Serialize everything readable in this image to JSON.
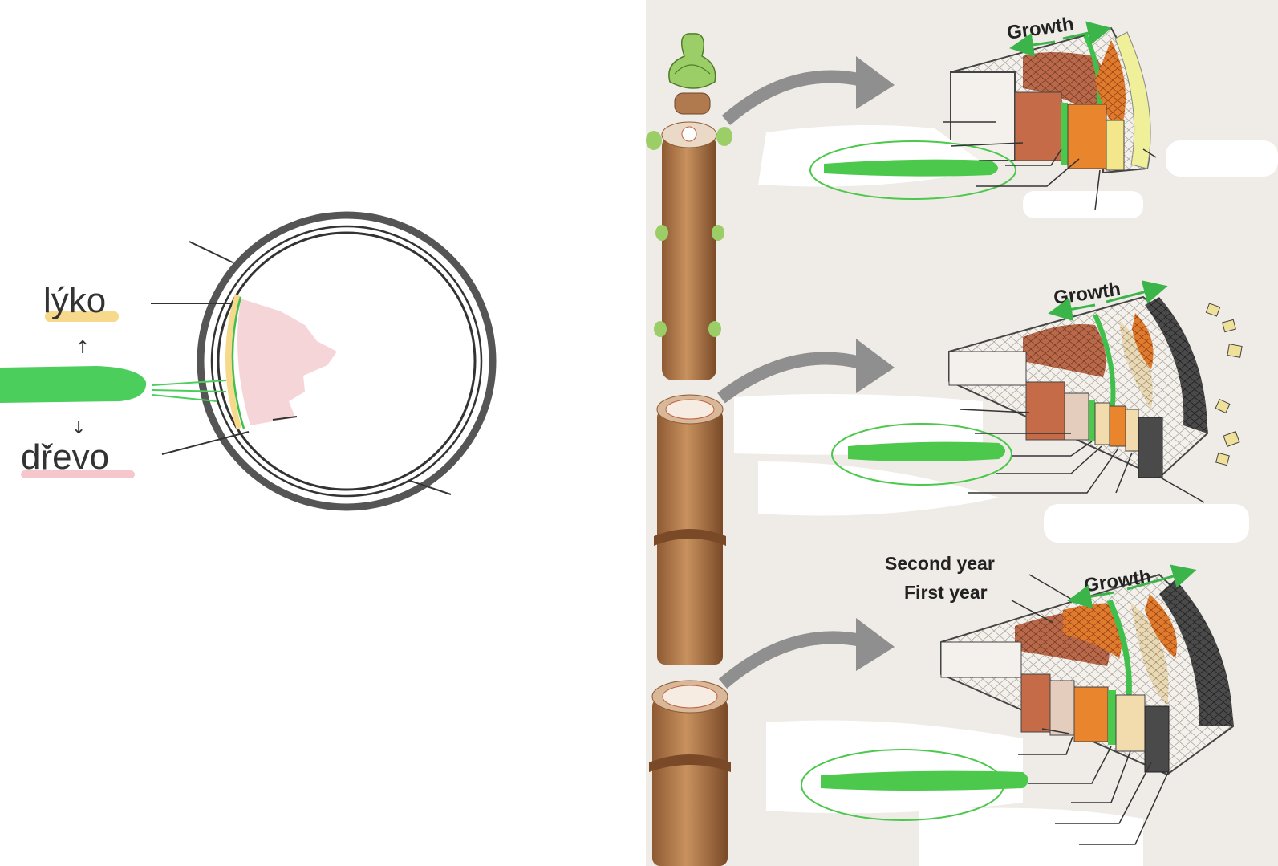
{
  "left_diagram": {
    "label_top": "lýko",
    "label_bottom": "dřevo",
    "highlight_top": "#f7d98b",
    "highlight_bottom": "#f5c6cc",
    "wedge_color": "#f5d5d8",
    "marker_color": "#4cce5c"
  },
  "right_diagram": {
    "panels": [
      {
        "growth_label": "Growth"
      },
      {
        "growth_label": "Growth"
      },
      {
        "growth_label": "Growth",
        "ring_labels": [
          "Second year",
          "First year"
        ]
      }
    ],
    "colors": {
      "arrow_green": "#3bb54a",
      "cambium_green": "#4cc84c",
      "xylem_brown": "#c0613f",
      "phloem_orange": "#e9852c",
      "bark_dark": "#3b3b3b",
      "pith_white": "#f4f4f4",
      "stem_brown": "#b07a4e",
      "bud_green": "#9cce68"
    }
  }
}
